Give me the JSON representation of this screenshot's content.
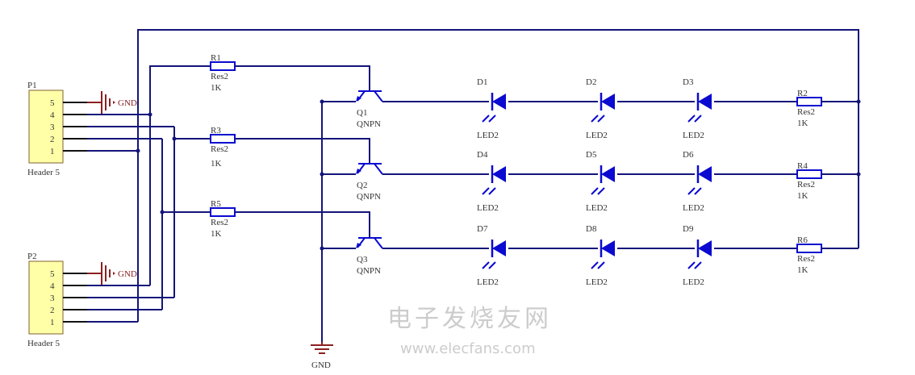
{
  "connectors": [
    {
      "ref": "P1",
      "type": "Header 5",
      "pins": [
        "5",
        "4",
        "3",
        "2",
        "1"
      ]
    },
    {
      "ref": "P2",
      "type": "Header 5",
      "pins": [
        "5",
        "4",
        "3",
        "2",
        "1"
      ]
    }
  ],
  "gnd_label": "GND",
  "base_resistors": [
    {
      "ref": "R1",
      "type": "Res2",
      "value": "1K"
    },
    {
      "ref": "R3",
      "type": "Res2",
      "value": "1K"
    },
    {
      "ref": "R5",
      "type": "Res2",
      "value": "1K"
    }
  ],
  "transistors": [
    {
      "ref": "Q1",
      "type": "QNPN"
    },
    {
      "ref": "Q2",
      "type": "QNPN"
    },
    {
      "ref": "Q3",
      "type": "QNPN"
    }
  ],
  "leds": [
    [
      {
        "ref": "D1",
        "type": "LED2"
      },
      {
        "ref": "D2",
        "type": "LED2"
      },
      {
        "ref": "D3",
        "type": "LED2"
      }
    ],
    [
      {
        "ref": "D4",
        "type": "LED2"
      },
      {
        "ref": "D5",
        "type": "LED2"
      },
      {
        "ref": "D6",
        "type": "LED2"
      }
    ],
    [
      {
        "ref": "D7",
        "type": "LED2"
      },
      {
        "ref": "D8",
        "type": "LED2"
      },
      {
        "ref": "D9",
        "type": "LED2"
      }
    ]
  ],
  "load_resistors": [
    {
      "ref": "R2",
      "type": "Res2",
      "value": "1K"
    },
    {
      "ref": "R4",
      "type": "Res2",
      "value": "1K"
    },
    {
      "ref": "R6",
      "type": "Res2",
      "value": "1K"
    }
  ],
  "watermark": {
    "cn": "电子发烧友网",
    "url": "www.elecfans.com"
  }
}
